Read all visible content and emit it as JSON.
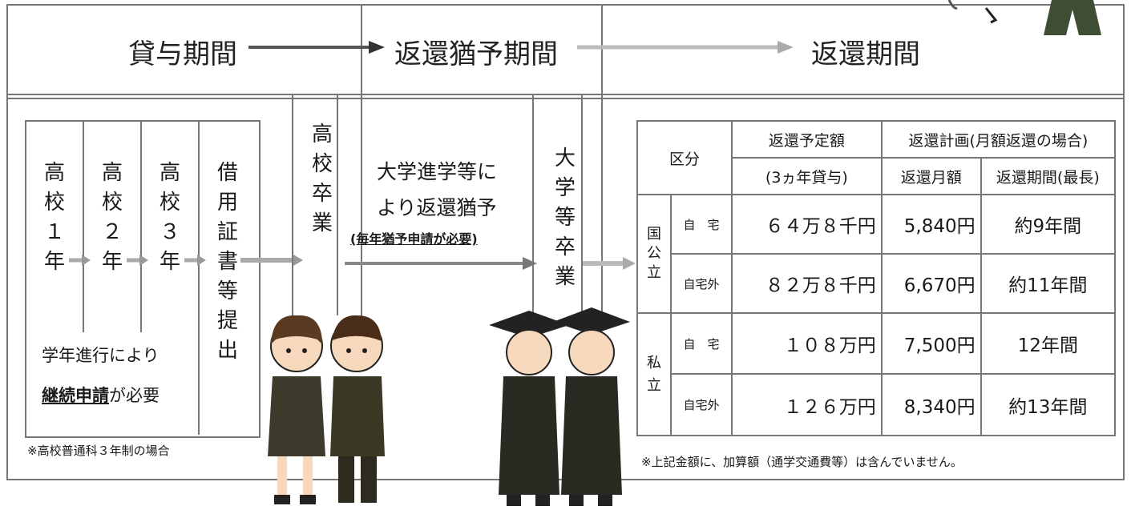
{
  "phases": {
    "lending": "貸与期間",
    "deferral": "返還猶予期間",
    "repayment": "返還期間"
  },
  "school_steps": [
    {
      "c1": "高",
      "c2": "校",
      "c3": "１",
      "c4": "年"
    },
    {
      "c1": "高",
      "c2": "校",
      "c3": "２",
      "c4": "年"
    },
    {
      "c1": "高",
      "c2": "校",
      "c3": "３",
      "c4": "年"
    }
  ],
  "certificate": [
    "借",
    "用",
    "証",
    "書",
    "等",
    "提",
    "出"
  ],
  "continuation": {
    "line1": "学年進行により",
    "bold": "継続申請",
    "rest": "が必要"
  },
  "footnote_left": "※高校普通科３年制の場合",
  "hs_grad": [
    "高",
    "校",
    "卒",
    "業"
  ],
  "deferral_text": {
    "line1": "大学進学等に",
    "line2": "より返還猶予",
    "line3": "(毎年猶予申請が必要)"
  },
  "univ_grad": [
    "大",
    "学",
    "等",
    "卒",
    "業"
  ],
  "table": {
    "col_division": "区分",
    "col_amount": "返還予定額",
    "col_amount_sub": "(3ヵ年貸与)",
    "col_plan": "返還計画(月額返還の場合)",
    "col_monthly": "返還月額",
    "col_period": "返還期間(最長)",
    "public_label": [
      "国",
      "公",
      "立"
    ],
    "private_label": [
      "私",
      "立"
    ],
    "rows": [
      {
        "home": "自　宅",
        "amount": "６４万８千円",
        "monthly": "5,840円",
        "period": "約9年間"
      },
      {
        "home": "自宅外",
        "amount": "８２万８千円",
        "monthly": "6,670円",
        "period": "約11年間"
      },
      {
        "home": "自　宅",
        "amount": "１０８万円",
        "monthly": "7,500円",
        "period": "12年間"
      },
      {
        "home": "自宅外",
        "amount": "１２６万円",
        "monthly": "8,340円",
        "period": "約13年間"
      }
    ]
  },
  "footnote_right": "※上記金額に、加算額（通学交通費等）は含んでいません。"
}
